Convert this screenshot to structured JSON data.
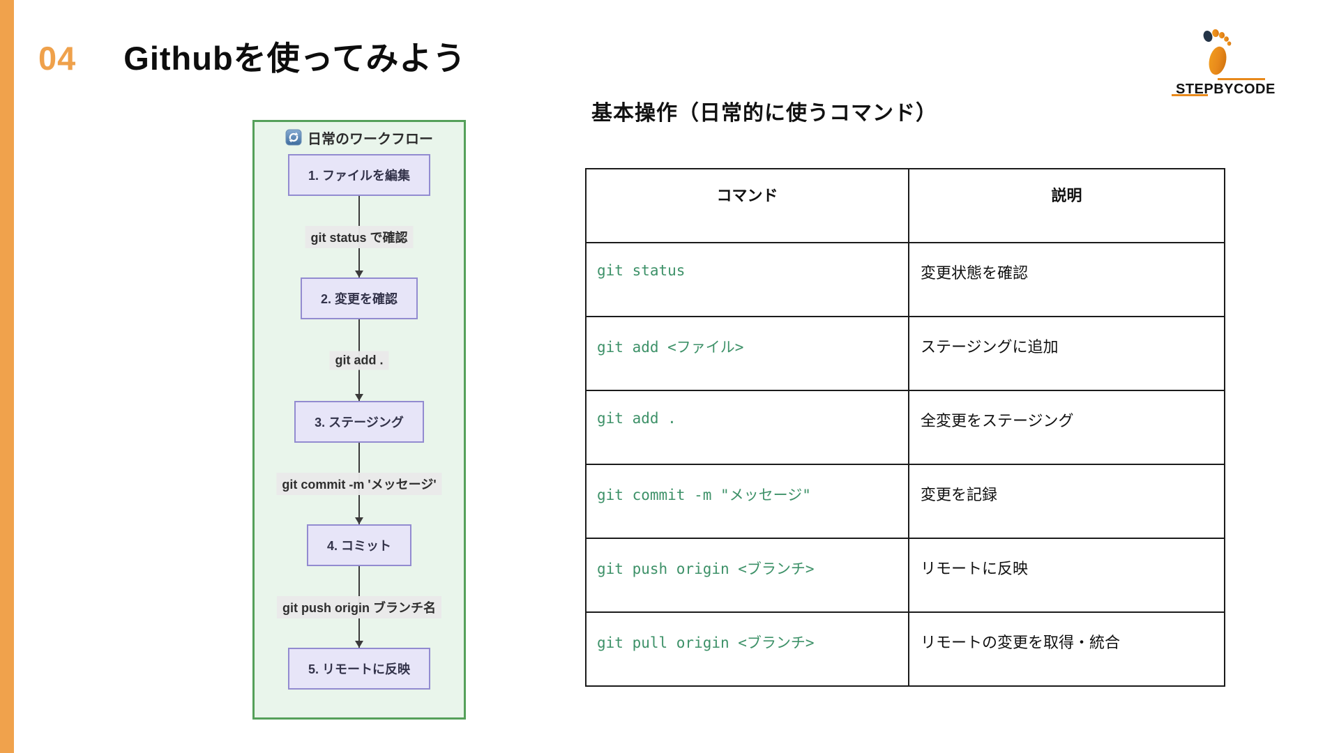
{
  "header": {
    "number": "04",
    "title": "Githubを使ってみよう"
  },
  "logo": {
    "brand": "STEPBYCODE"
  },
  "flowchart": {
    "title": "日常のワークフロー",
    "steps": [
      "1. ファイルを編集",
      "2. 変更を確認",
      "3. ステージング",
      "4. コミット",
      "5. リモートに反映"
    ],
    "edge_labels": [
      "git status で確認",
      "git add .",
      "git commit -m 'メッセージ'",
      "git push origin ブランチ名"
    ]
  },
  "commands_section": {
    "heading": "基本操作（日常的に使うコマンド）",
    "columns": [
      "コマンド",
      "説明"
    ],
    "rows": [
      {
        "command": "git status",
        "description": "変更状態を確認"
      },
      {
        "command": "git add <ファイル>",
        "description": "ステージングに追加"
      },
      {
        "command": "git add .",
        "description": "全変更をステージング"
      },
      {
        "command": "git commit -m \"メッセージ\"",
        "description": "変更を記録"
      },
      {
        "command": "git push origin <ブランチ>",
        "description": "リモートに反映"
      },
      {
        "command": "git pull origin <ブランチ>",
        "description": "リモートの変更を取得・統合"
      }
    ]
  },
  "colors": {
    "accent_orange": "#F0A24C",
    "logo_orange": "#E8891B",
    "logo_navy": "#243447",
    "flow_panel_bg": "#E9F5EB",
    "flow_panel_border": "#55A05A",
    "node_bg": "#E7E5F8",
    "node_border": "#928BD0",
    "edge_label_bg": "#E9E9E9",
    "command_green": "#3D9168",
    "table_border": "#1B1B1B"
  }
}
